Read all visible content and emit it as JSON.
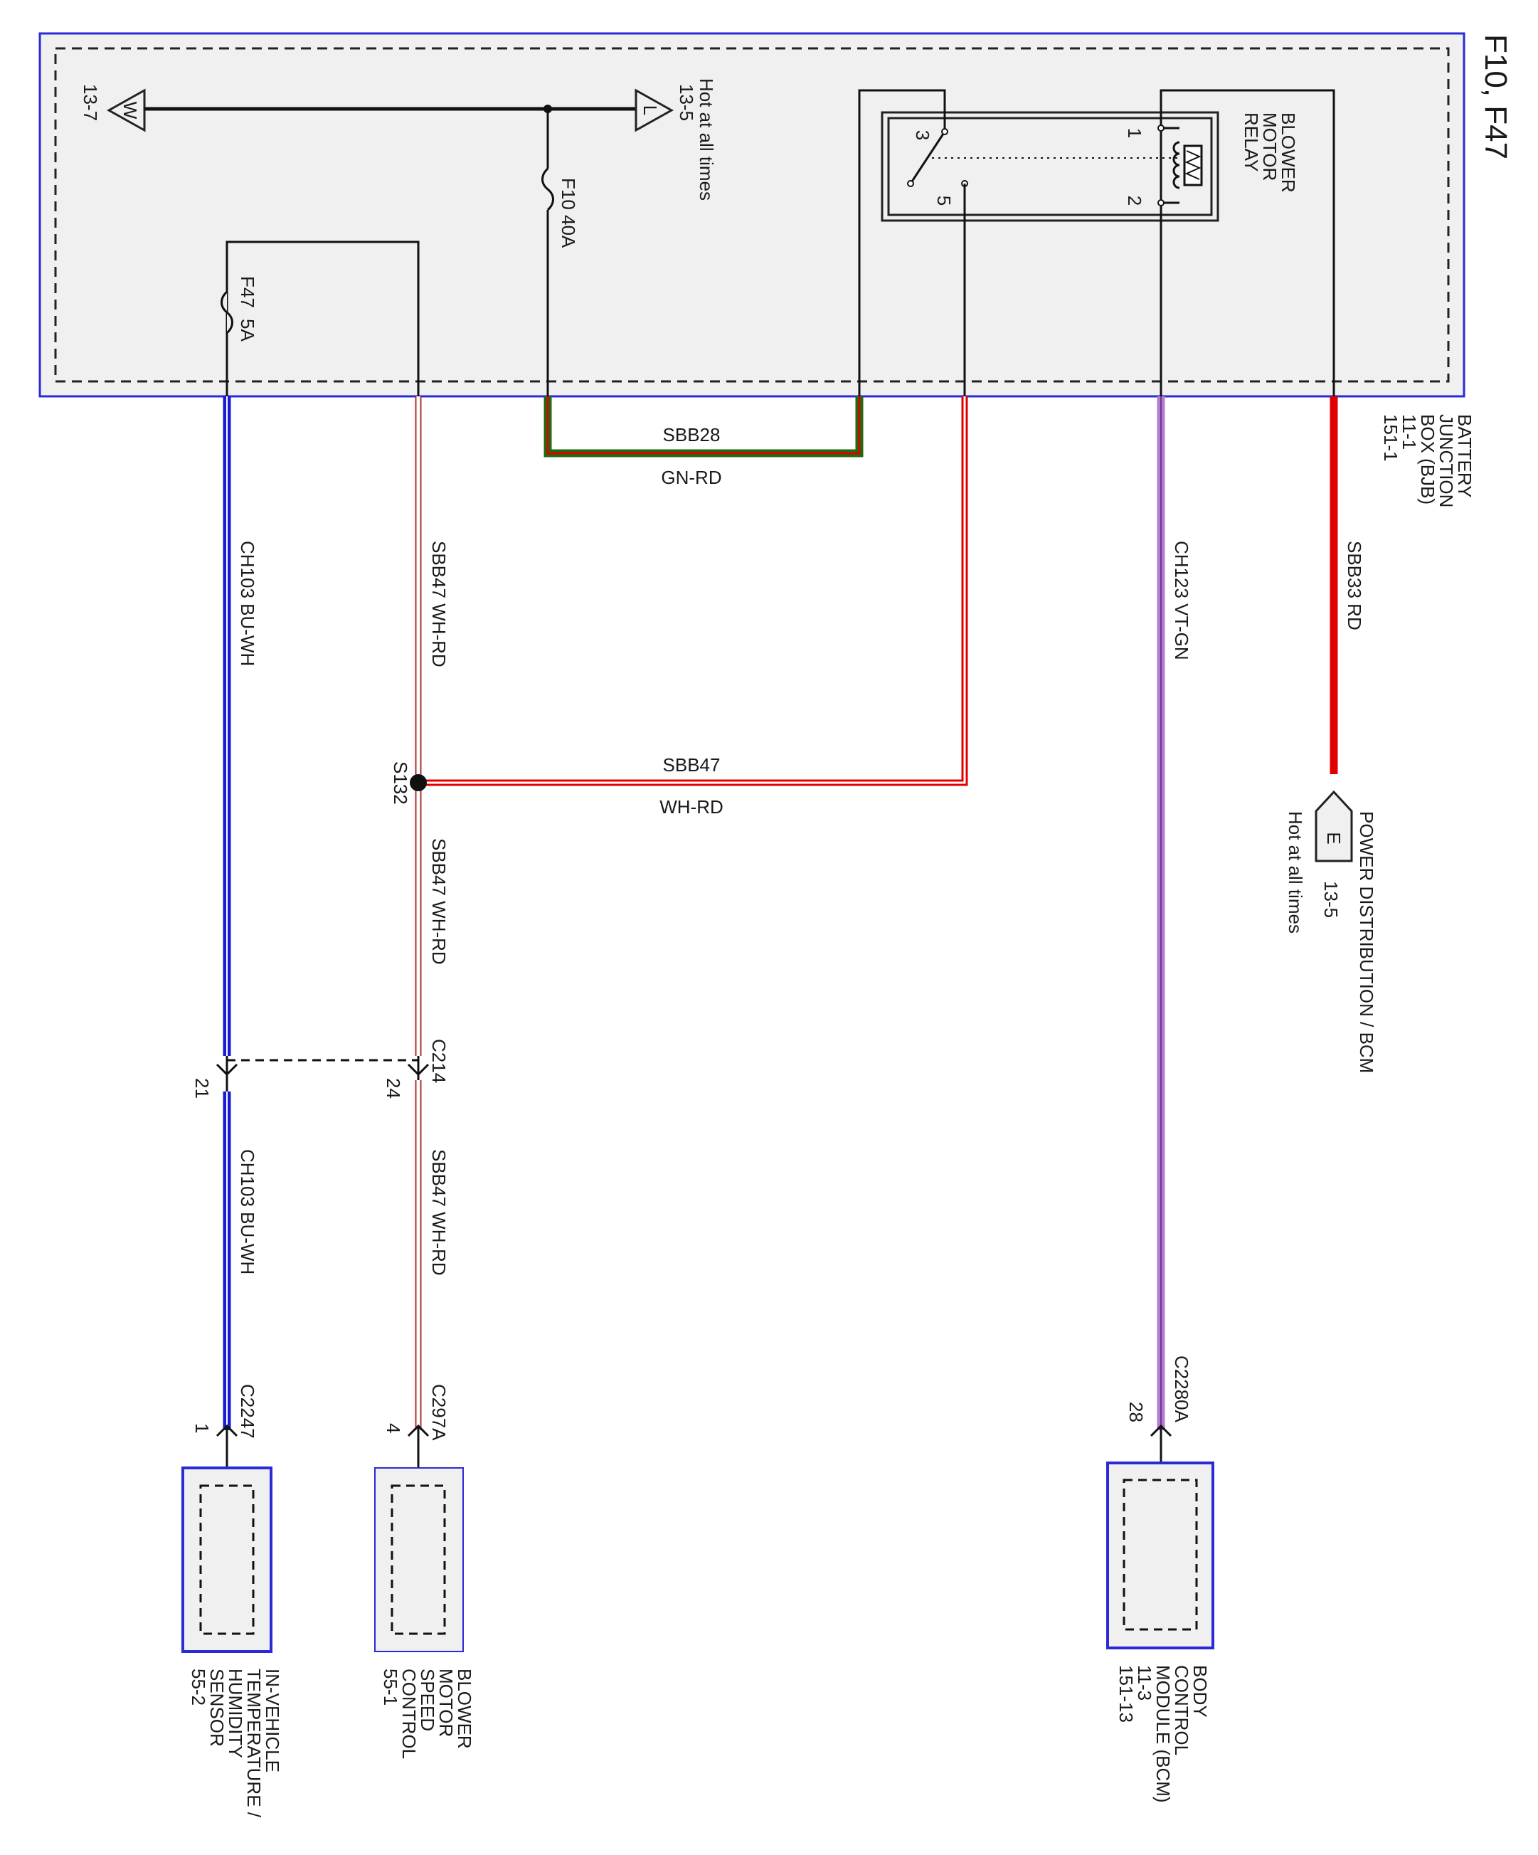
{
  "page_title": "F10, F47",
  "bjb": {
    "name_lines": [
      "BATTERY",
      "JUNCTION",
      "BOX (BJB)",
      "11-1",
      "151-1"
    ],
    "connector_w": {
      "letter": "W",
      "ref": "13-7"
    },
    "connector_l": {
      "letter": "L",
      "ref": "13-5",
      "note": "Hot at all times"
    },
    "fuse_f10": {
      "name": "F10",
      "rating": "40A"
    },
    "fuse_f47": {
      "name": "F47",
      "rating": "5A"
    },
    "relay": {
      "name_lines": [
        "BLOWER",
        "MOTOR",
        "RELAY"
      ],
      "pins": [
        "1",
        "2",
        "3",
        "5"
      ]
    }
  },
  "wires": {
    "sbb28": {
      "circuit": "SBB28",
      "color": "GN-RD"
    },
    "sbb47_h": {
      "circuit": "SBB47",
      "color": "WH-RD"
    },
    "sbb47_upper": "SBB47  WH-RD",
    "sbb47_middle": "SBB47  WH-RD",
    "sbb47_lower": "SBB47  WH-RD",
    "ch103_upper": "CH103  BU-WH",
    "ch103_lower": "CH103  BU-WH",
    "ch123": "CH123  VT-GN",
    "sbb33": "SBB33  RD"
  },
  "splice": {
    "name": "S132"
  },
  "inline_connector": {
    "name": "C214",
    "pin_a": "21",
    "pin_b": "24"
  },
  "power_dist": {
    "letter": "E",
    "title": "POWER DISTRIBUTION / BCM",
    "ref": "13-5",
    "note": "Hot at all times"
  },
  "components": [
    {
      "connector": "C2247",
      "pin": "1",
      "name_lines": [
        "IN-VEHICLE",
        "TEMPERATURE /",
        "HUMIDITY",
        "SENSOR",
        "55-2"
      ]
    },
    {
      "connector": "C297A",
      "pin": "4",
      "name_lines": [
        "BLOWER",
        "MOTOR",
        "SPEED",
        "CONTROL",
        "55-1"
      ]
    },
    {
      "connector": "C2280A",
      "pin": "28",
      "name_lines": [
        "BODY",
        "CONTROL",
        "MODULE (BCM)",
        "11-3",
        "151-13"
      ]
    }
  ],
  "colors": {
    "box_border": "#2a2ad6",
    "box_fill": "#f0f0f0",
    "red": "#e00000",
    "green": "#1f6b12",
    "blue": "#1a1ad6",
    "violet": "#b57ad6",
    "white_wire_border": "#b03030"
  }
}
